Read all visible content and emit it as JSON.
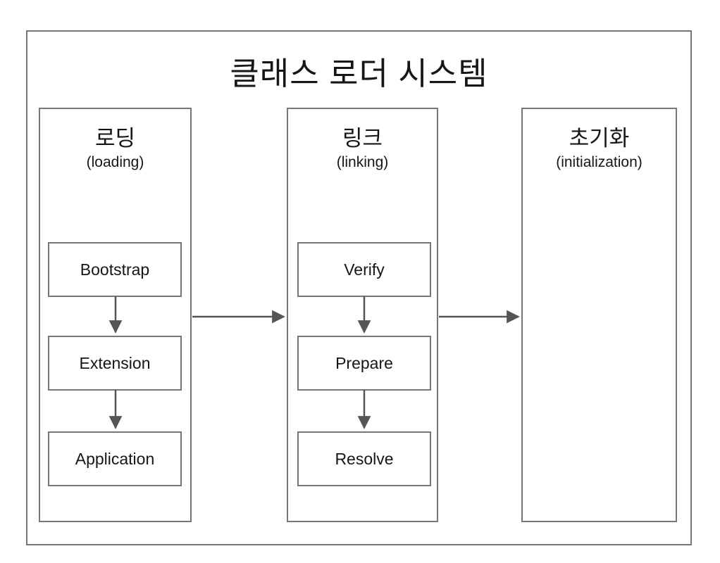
{
  "diagram": {
    "title": "클래스 로더 시스템",
    "columns": [
      {
        "id": "loading",
        "title_ko": "로딩",
        "title_en": "(loading)",
        "steps": [
          "Bootstrap",
          "Extension",
          "Application"
        ]
      },
      {
        "id": "linking",
        "title_ko": "링크",
        "title_en": "(linking)",
        "steps": [
          "Verify",
          "Prepare",
          "Resolve"
        ]
      },
      {
        "id": "initialization",
        "title_ko": "초기화",
        "title_en": "(initialization)",
        "steps": []
      }
    ],
    "connections": {
      "between_columns": [
        {
          "from": "loading",
          "to": "linking"
        },
        {
          "from": "linking",
          "to": "initialization"
        }
      ],
      "within_loading": [
        {
          "from": "Bootstrap",
          "to": "Extension"
        },
        {
          "from": "Extension",
          "to": "Application"
        }
      ],
      "within_linking": [
        {
          "from": "Verify",
          "to": "Prepare"
        },
        {
          "from": "Prepare",
          "to": "Resolve"
        }
      ]
    },
    "colors": {
      "background": "#ffffff",
      "border": "#767676",
      "arrow": "#555555",
      "text": "#161616"
    }
  }
}
